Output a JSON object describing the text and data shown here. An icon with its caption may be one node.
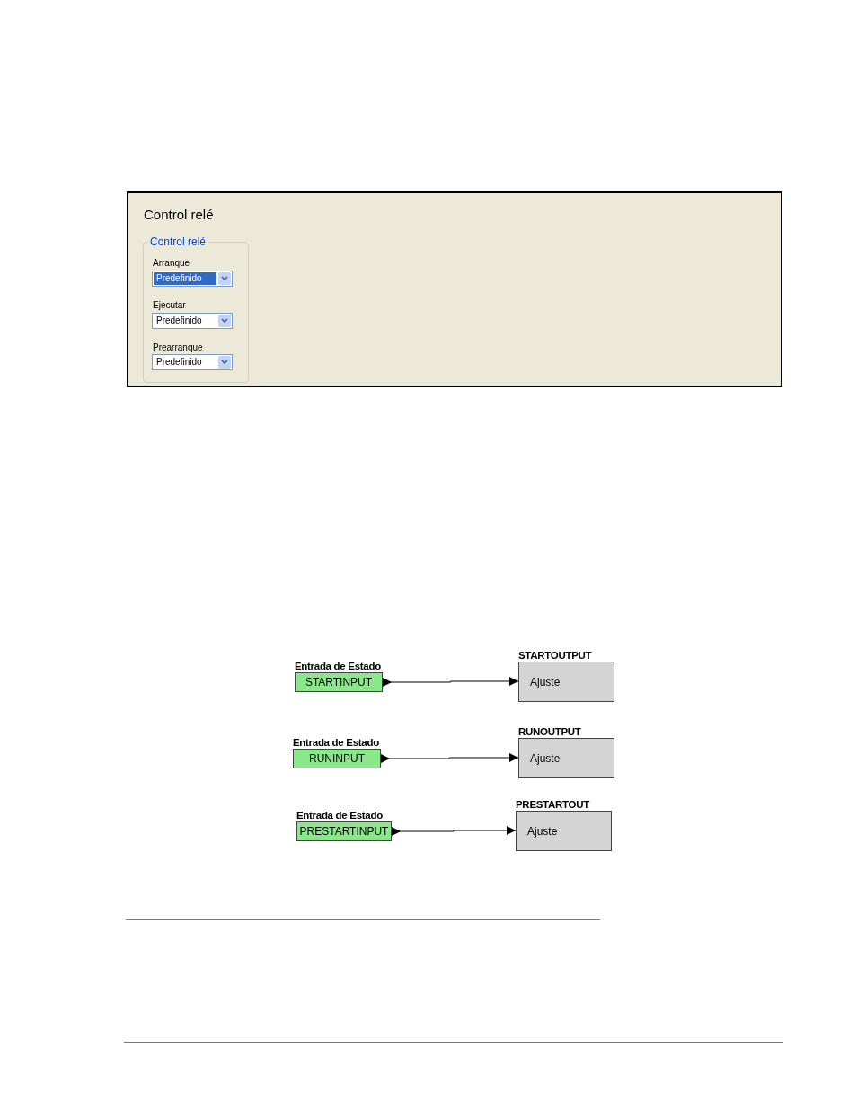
{
  "diagram": {
    "nodes": [
      {
        "text": [
          "Control relé"
        ]
      },
      {
        "text": [
          "Control relé"
        ],
        "in": 0
      },
      {
        "text": [
          "Entrada de Estado",
          "STARTINPUT"
        ]
      },
      {
        "text": [
          "STARTOUTPUT",
          "Ajuste"
        ]
      },
      {
        "text": [
          "Entrada de Estado",
          "RUNINPUT"
        ]
      },
      {
        "text": [
          "RUNOUTPUT",
          "Ajuste"
        ]
      },
      {
        "text": [
          "Entrada de Estado",
          "PRESTARTINPUT"
        ]
      },
      {
        "text": [
          "PRESTARTOUT",
          "Ajuste"
        ]
      }
    ],
    "edges": [
      {
        "from": 2,
        "to": 3,
        "arrow": "to"
      },
      {
        "from": 4,
        "to": 5,
        "arrow": "to"
      },
      {
        "from": 6,
        "to": 7,
        "arrow": "to"
      }
    ],
    "labels": [
      "Arranque",
      "Predefinido",
      "Ejecutar",
      "Predefinido",
      "Prearranque",
      "Predefinido"
    ]
  }
}
